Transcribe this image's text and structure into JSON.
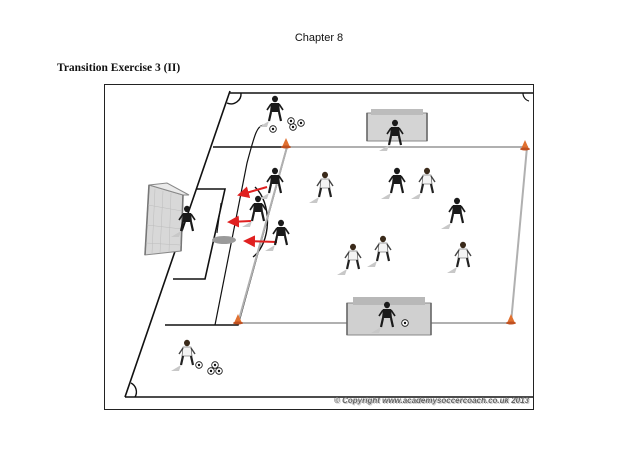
{
  "header": {
    "chapter": "Chapter 8"
  },
  "exercise": {
    "title": "Transition Exercise 3 (II)"
  },
  "diagram": {
    "copyright": "© Copyright www.academysoccercoach.co.uk 2013",
    "colors": {
      "arrow": "#e02020",
      "lines": "#111111",
      "field_lines": "#b0b0b0",
      "cone": "#e07030",
      "goal": "#888888",
      "team_dark": "#1a1a1a",
      "team_light": "#f2f2f2"
    }
  }
}
